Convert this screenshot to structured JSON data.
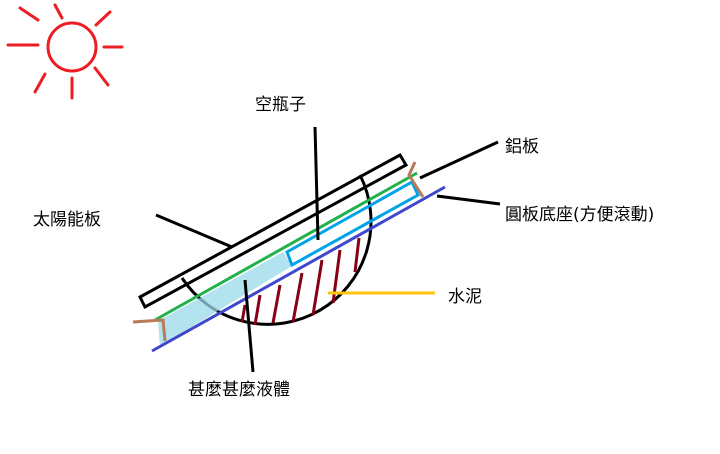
{
  "labels": {
    "bottle": "空瓶子",
    "aluminum": "鋁板",
    "solar_panel": "太陽能板",
    "base": "圓板底座(方便滾動)",
    "cement": "水泥",
    "liquid": "甚麼甚麼液體"
  },
  "colors": {
    "sun": "#ee1c24",
    "panel": "#000000",
    "aluminum": "#22b14c",
    "base": "#3f48cc",
    "bottle": "#00a2e8",
    "liquid": "#99d9ea",
    "cement_hatch": "#880015",
    "bracket": "#b97a57",
    "pointer": "#ffc20e"
  }
}
